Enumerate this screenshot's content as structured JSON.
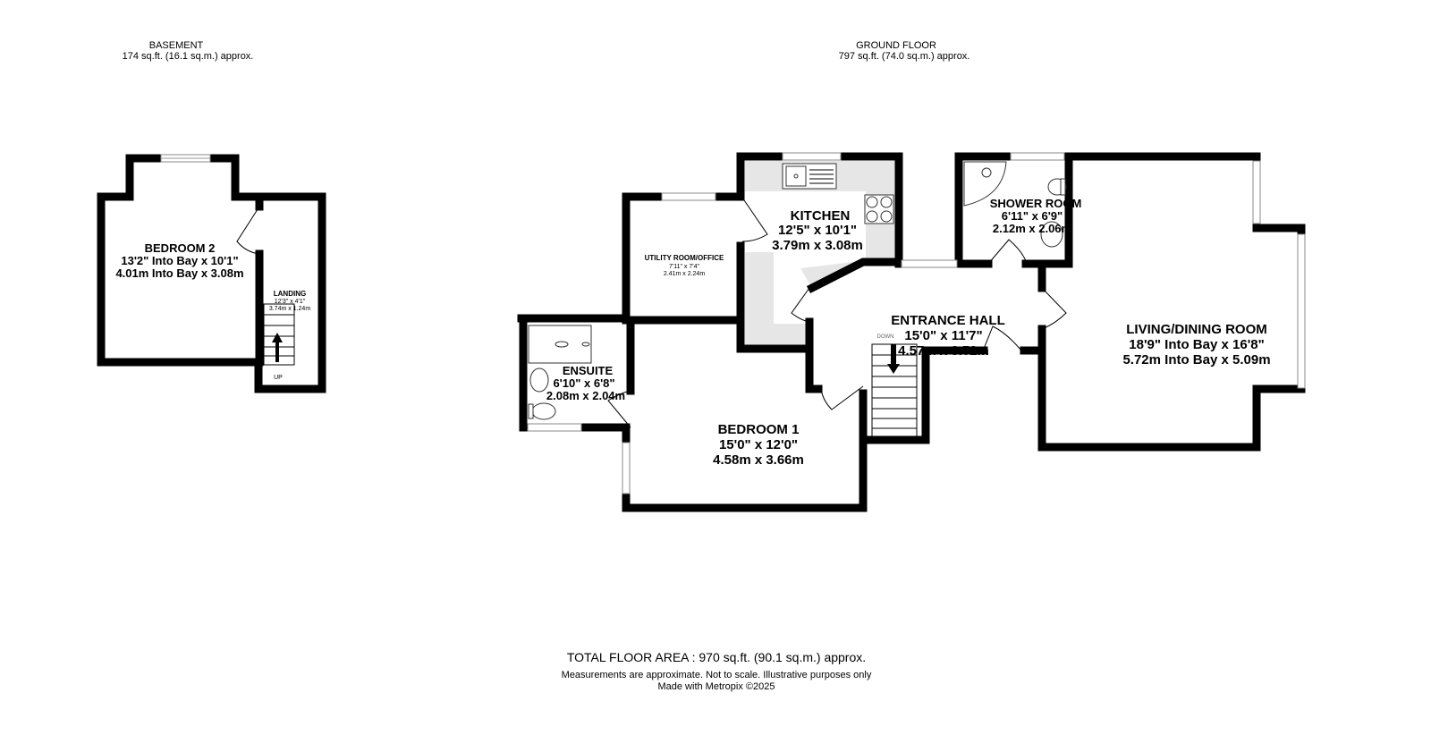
{
  "basement": {
    "title": "BASEMENT",
    "area": "174 sq.ft. (16.1 sq.m.) approx.",
    "rooms": {
      "bedroom2": {
        "name": "BEDROOM 2",
        "imperial": "13'2\" Into Bay x 10'1\"",
        "metric": "4.01m Into Bay x 3.08m"
      },
      "landing": {
        "name": "LANDING",
        "imperial": "12'3\"  x 4'1\"",
        "metric": "3.74m  x 1.24m"
      }
    },
    "stair_label": "UP"
  },
  "ground_floor": {
    "title": "GROUND FLOOR",
    "area": "797 sq.ft. (74.0 sq.m.) approx.",
    "rooms": {
      "kitchen": {
        "name": "KITCHEN",
        "imperial": "12'5\"  x 10'1\"",
        "metric": "3.79m  x 3.08m"
      },
      "utility": {
        "name": "UTILITY ROOM/OFFICE",
        "imperial": "7'11\"  x 7'4\"",
        "metric": "2.41m  x 2.24m"
      },
      "ensuite": {
        "name": "ENSUITE",
        "imperial": "6'10\"  x 6'8\"",
        "metric": "2.08m  x 2.04m"
      },
      "bedroom1": {
        "name": "BEDROOM 1",
        "imperial": "15'0\"  x 12'0\"",
        "metric": "4.58m  x 3.66m"
      },
      "entrance_hall": {
        "name": "ENTRANCE HALL",
        "imperial": "15'0\"  x 11'7\"",
        "metric": "4.57m  x 3.52m"
      },
      "shower_room": {
        "name": "SHOWER ROOM",
        "imperial": "6'11\"  x 6'9\"",
        "metric": "2.12m  x 2.06m"
      },
      "living": {
        "name": "LIVING/DINING ROOM",
        "imperial": "18'9\" Into Bay x 16'8\"",
        "metric": "5.72m Into Bay x 5.09m"
      }
    },
    "stair_label": "DOWN"
  },
  "footer": {
    "total": "TOTAL FLOOR AREA : 970 sq.ft. (90.1 sq.m.) approx.",
    "disclaimer": "Measurements are approximate.  Not to scale.  Illustrative purposes only",
    "credit": "Made with Metropix ©2025"
  }
}
